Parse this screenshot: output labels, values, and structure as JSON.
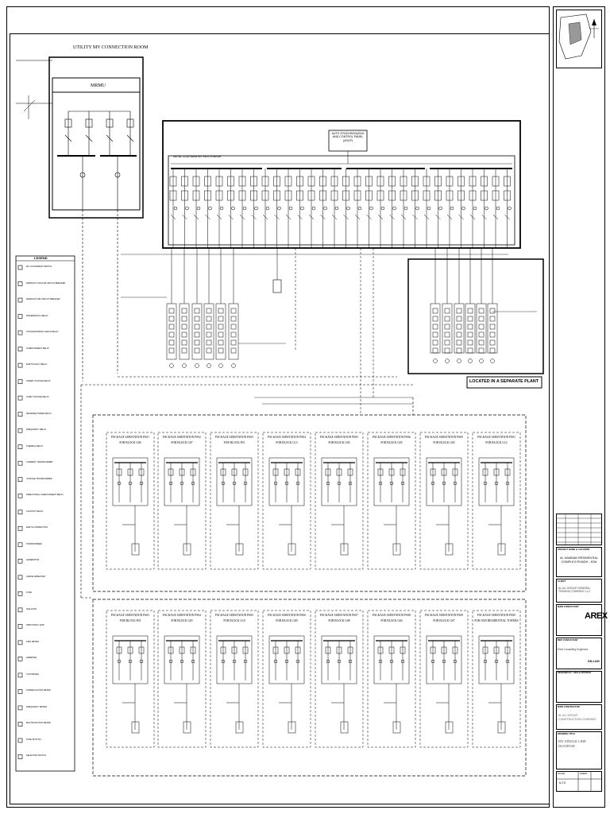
{
  "drawing": {
    "mv_room_title": "UTILITY MV CONNECTION ROOM",
    "rmu_label": "MRMU",
    "switchgear_label": "METAL CLAD MAIN MV SWITCHGEAR",
    "ascp_label": "AUTO SYNCHRONIZING AND CONTROL PANEL (ASCP)",
    "separate_plant_label": "LOCATED IN A SEPARATE PLANT"
  },
  "legend": {
    "title": "LEGEND",
    "items": [
      "MV LOAD BREAK SWITCH",
      "DRAWOUT VACUUM CIRCUIT BREAKER",
      "DRAWOUT AIR CIRCUIT BREAKER",
      "DIFFERENTIAL RELAY",
      "SYNCHRONIZING CHECK RELAY",
      "OVERCURRENT RELAY",
      "EARTH FAULT RELAY",
      "UNDER VOLTAGE RELAY",
      "OVER VOLTAGE RELAY",
      "REVERSE POWER RELAY",
      "FREQUENCY RELAY",
      "THERMAL RELAY",
      "CURRENT TRANSFORMER",
      "VOLTAGE TRANSFORMER",
      "DIRECTIONAL OVERCURRENT RELAY",
      "LOCKOUT RELAY",
      "EARTH CONNECTION",
      "TRANSFORMER",
      "GENERATOR",
      "SURGE ARRESTER",
      "FUSE",
      "ISOLATOR",
      "INDICATING LAMP",
      "KWH METER",
      "AMMETER",
      "VOLTMETER",
      "POWER FACTOR METER",
      "FREQUENCY METER",
      "MULTIFUNCTION METER",
      "PUSH BUTTON",
      "SELECTOR SWITCH"
    ]
  },
  "substations_row1": [
    {
      "name": "PACKAGE SUBSTATION PSS1",
      "block": "FOR BLOCK G06"
    },
    {
      "name": "PACKAGE SUBSTATION PSS2",
      "block": "FOR BLOCK G07"
    },
    {
      "name": "PACKAGE SUBSTATION PSS3",
      "block": "FOR BLOCK F01"
    },
    {
      "name": "PACKAGE SUBSTATION PSS4",
      "block": "FOR BLOCK G13"
    },
    {
      "name": "PACKAGE SUBSTATION PSS5",
      "block": "FOR BLOCK G05"
    },
    {
      "name": "PACKAGE SUBSTATION PSS6",
      "block": "FOR BLOCK G05"
    },
    {
      "name": "PACKAGE SUBSTATION PSS0",
      "block": "FOR BLOCK G05"
    },
    {
      "name": "PACKAGE SUBSTATION PSS1",
      "block": "FOR BLOCK G12"
    }
  ],
  "substations_row2": [
    {
      "name": "PACKAGE SUBSTATION PSS3",
      "block": "FOR BLOCK F03"
    },
    {
      "name": "PACKAGE SUBSTATION PSS4",
      "block": "FOR BLOCK G03"
    },
    {
      "name": "PACKAGE SUBSTATION PSS5",
      "block": "FOR BLOCK G10"
    },
    {
      "name": "PACKAGE SUBSTATION PSS6",
      "block": "FOR BLOCK G09"
    },
    {
      "name": "PACKAGE SUBSTATION PSS7",
      "block": "FOR BLOCK G08"
    },
    {
      "name": "PACKAGE SUBSTATION PSS8",
      "block": "FOR BLOCK G04"
    },
    {
      "name": "PACKAGE SUBSTATION PSS9",
      "block": "FOR BLOCK G07"
    },
    {
      "name": "PACKAGE SUBSTATION PSS0",
      "block": "FOR NON RESIDENTIAL TOWERS"
    }
  ],
  "title_block": {
    "project_label": "PROJECT NAME & LOCATION",
    "project_name": "AL HAMDAN RESIDENTIAL COMPLEX RIYADH - KSA",
    "client_label": "CLIENT",
    "client_name": "AL ALI GROUP GENERAL TRADING COMPANY LLC",
    "architect_label": "MAIN CONSULTANT",
    "architect_logo": "AREX",
    "mep_label": "MEP CONSULTANT",
    "mep_name": "Elect Consulting Engineers",
    "mep_logo": "DILLAH",
    "designer_label": "DESIGNED BY / SIGN & APPROVE",
    "contractor_label": "MAIN CONTRACTOR",
    "contractor_name": "AL ALI GROUP CONSTRUCTION COMPANY",
    "drawing_title_label": "DRAWING TITLE",
    "drawing_title": "MV SINGLE LINE DIAGRAM",
    "scale_label": "SCALE",
    "scale_value": "N.T.S",
    "sheet_label": "SHEET"
  }
}
